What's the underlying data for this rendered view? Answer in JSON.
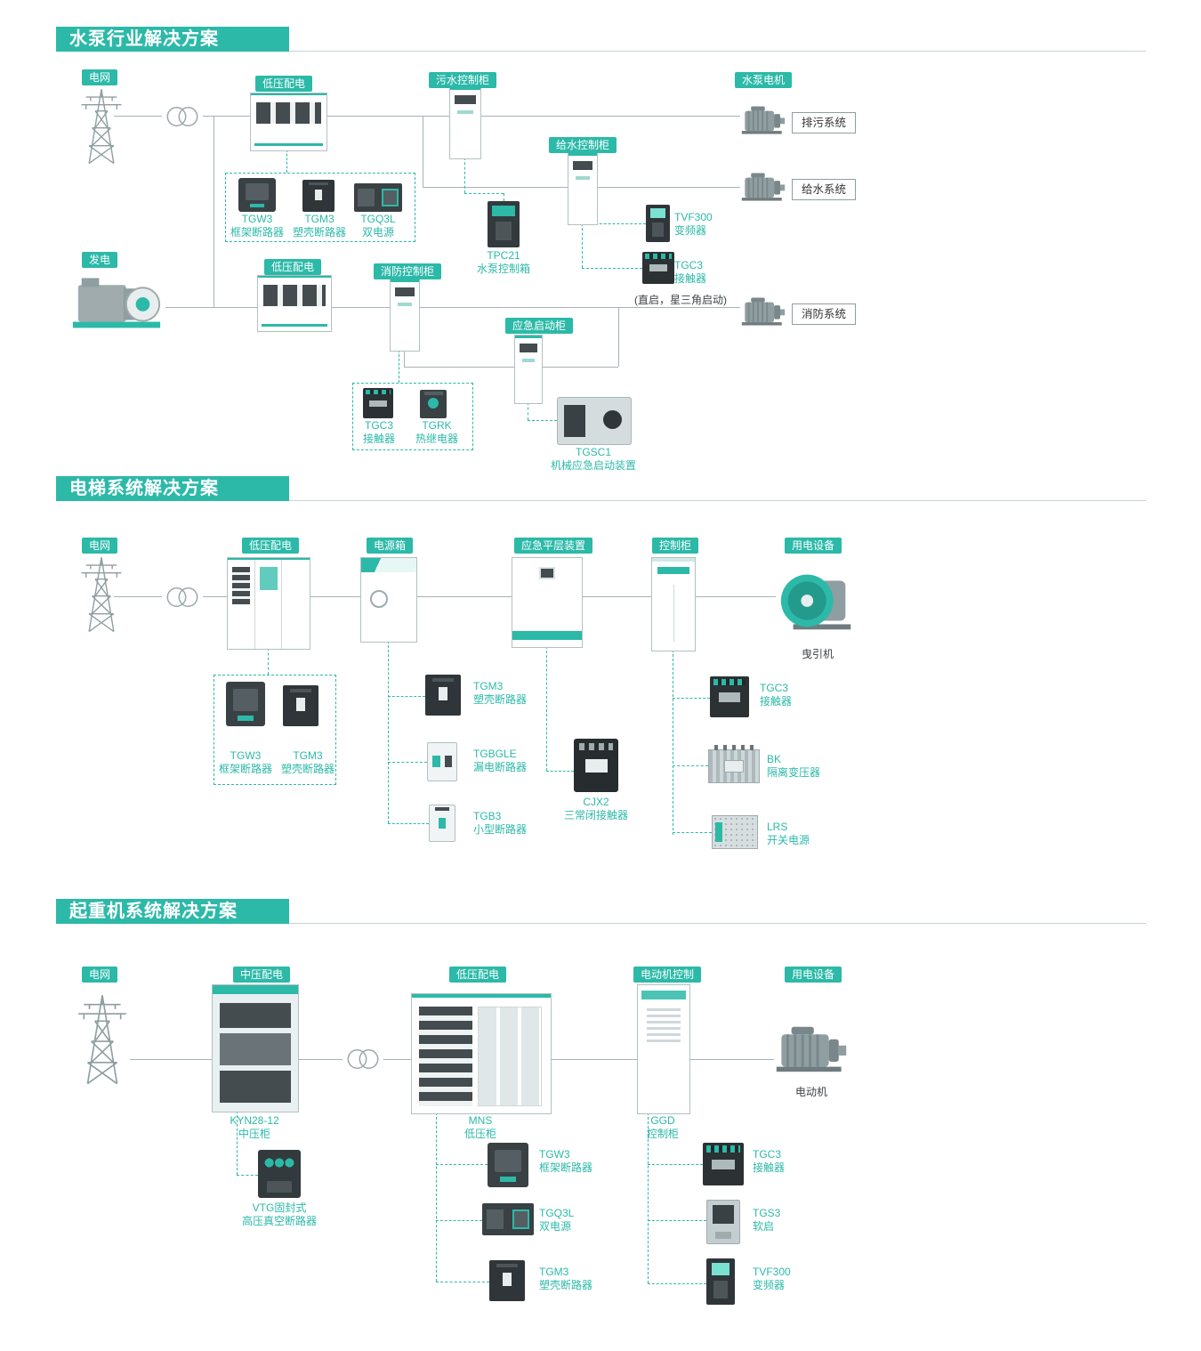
{
  "colors": {
    "accent": "#2cb9a8",
    "line": "#a7b3b5",
    "device_dark": "#3a4144"
  },
  "s1": {
    "title": "水泵行业解决方案",
    "badges": {
      "grid": "电网",
      "lv1": "低压配电",
      "sewage": "污水控制柜",
      "pump_motor": "水泵电机",
      "supply": "给水控制柜",
      "gen": "发电",
      "lv2": "低压配电",
      "fire": "消防控制柜",
      "emergency": "应急启动柜"
    },
    "systems": {
      "drain": "排污系统",
      "supply": "给水系统",
      "fire": "消防系统"
    },
    "products": {
      "tgw3": {
        "name": "TGW3",
        "desc": "框架断路器"
      },
      "tgm3": {
        "name": "TGM3",
        "desc": "塑壳断路器"
      },
      "tgq3l": {
        "name": "TGQ3L",
        "desc": "双电源"
      },
      "tpc21": {
        "name": "TPC21",
        "desc": "水泵控制箱"
      },
      "tvf300": {
        "name": "TVF300",
        "desc": "变频器"
      },
      "tgc3a": {
        "name": "TGC3",
        "desc": "接触器"
      },
      "tgc3b": {
        "name": "TGC3",
        "desc": "接触器"
      },
      "tgrk": {
        "name": "TGRK",
        "desc": "热继电器"
      },
      "tgsc1": {
        "name": "TGSC1",
        "desc": "机械应急启动装置"
      }
    },
    "note": "(直启，星三角启动)"
  },
  "s2": {
    "title": "电梯系统解决方案",
    "badges": {
      "grid": "电网",
      "lv": "低压配电",
      "powerbox": "电源箱",
      "leveler": "应急平层装置",
      "control": "控制柜",
      "load": "用电设备"
    },
    "captions": {
      "traction": "曳引机"
    },
    "products": {
      "tgw3": {
        "name": "TGW3",
        "desc": "框架断路器"
      },
      "tgm3a": {
        "name": "TGM3",
        "desc": "塑壳断路器"
      },
      "tgm3b": {
        "name": "TGM3",
        "desc": "塑壳断路器"
      },
      "tgbgle": {
        "name": "TGBGLE",
        "desc": "漏电断路器"
      },
      "tgb3": {
        "name": "TGB3",
        "desc": "小型断路器"
      },
      "cjx2": {
        "name": "CJX2",
        "desc": "三常闭接触器"
      },
      "tgc3": {
        "name": "TGC3",
        "desc": "接触器"
      },
      "bk": {
        "name": "BK",
        "desc": "隔离变压器"
      },
      "lrs": {
        "name": "LRS",
        "desc": "开关电源"
      }
    }
  },
  "s3": {
    "title": "起重机系统解决方案",
    "badges": {
      "grid": "电网",
      "mv": "中压配电",
      "lv": "低压配电",
      "motorctl": "电动机控制",
      "load": "用电设备"
    },
    "captions": {
      "kyn": {
        "name": "KYN28-12",
        "desc": "中压柜"
      },
      "mns": {
        "name": "MNS",
        "desc": "低压柜"
      },
      "ggd": {
        "name": "GGD",
        "desc": "控制柜"
      },
      "motor": "电动机"
    },
    "products": {
      "vtg": {
        "name": "VTG固封式",
        "desc": "高压真空断路器"
      },
      "tgw3": {
        "name": "TGW3",
        "desc": "框架断路器"
      },
      "tgq3l": {
        "name": "TGQ3L",
        "desc": "双电源"
      },
      "tgm3": {
        "name": "TGM3",
        "desc": "塑壳断路器"
      },
      "tgc3": {
        "name": "TGC3",
        "desc": "接触器"
      },
      "tgs3": {
        "name": "TGS3",
        "desc": "软启"
      },
      "tvf300": {
        "name": "TVF300",
        "desc": "变频器"
      }
    }
  }
}
